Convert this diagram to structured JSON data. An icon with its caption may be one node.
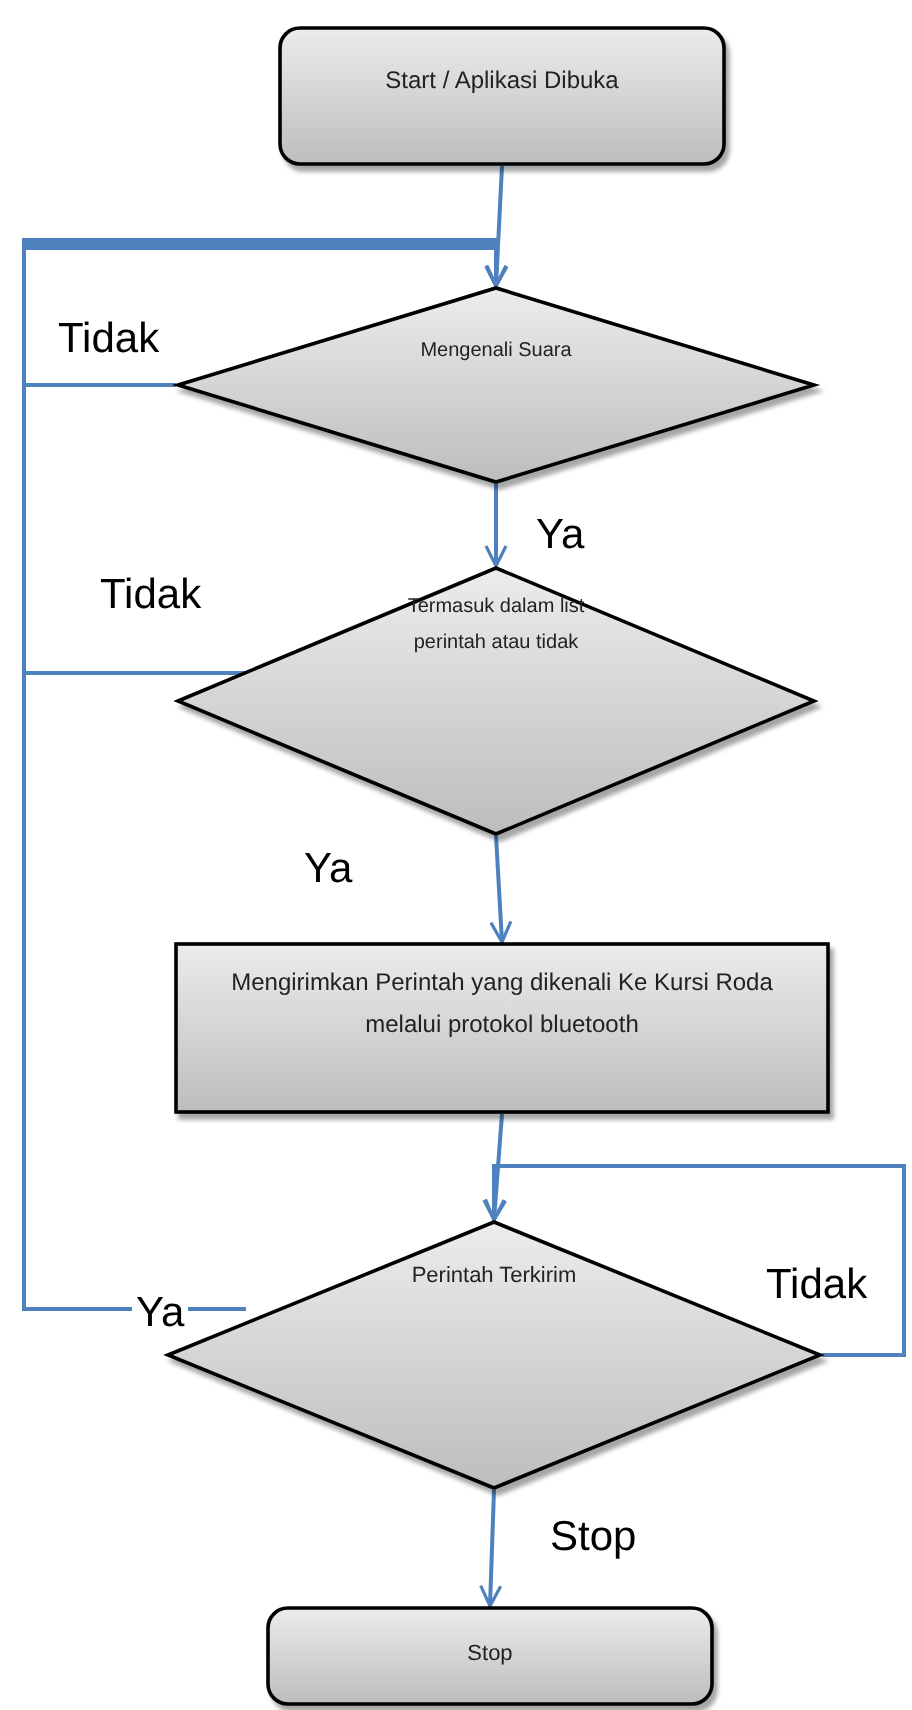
{
  "diagram": {
    "nodes": [
      {
        "text": [
          "Start / Aplikasi Dibuka"
        ]
      },
      {
        "text": [
          "Mengenali  Suara"
        ]
      },
      {
        "text": [
          "Termasuk dalam list perintah atau tidak"
        ]
      },
      {
        "text": [
          "Mengirimkan Perintah yang dikenali Ke Kursi Roda melalui protokol bluetooth"
        ]
      },
      {
        "text": [
          "Perintah Terkirim"
        ]
      },
      {
        "text": [
          "Stop"
        ]
      }
    ],
    "edges": [
      {
        "from": 0,
        "to": 1,
        "arrow": "to"
      },
      {
        "from": 1,
        "to": 2,
        "arrow": "to",
        "label": "Ya"
      },
      {
        "from": 1,
        "to": 1,
        "arrow": "to",
        "label": "Tidak"
      },
      {
        "from": 2,
        "to": 1,
        "arrow": "to",
        "label": "Tidak"
      },
      {
        "from": 2,
        "to": 3,
        "arrow": "to",
        "label": "Ya"
      },
      {
        "from": 4,
        "to": 1,
        "arrow": "to",
        "label": "Ya"
      },
      {
        "from": 3,
        "to": 4,
        "arrow": "to"
      },
      {
        "from": 4,
        "to": 4,
        "arrow": "to",
        "label": "Tidak"
      },
      {
        "from": 4,
        "to": 5,
        "arrow": "to",
        "label": "Stop"
      }
    ]
  }
}
